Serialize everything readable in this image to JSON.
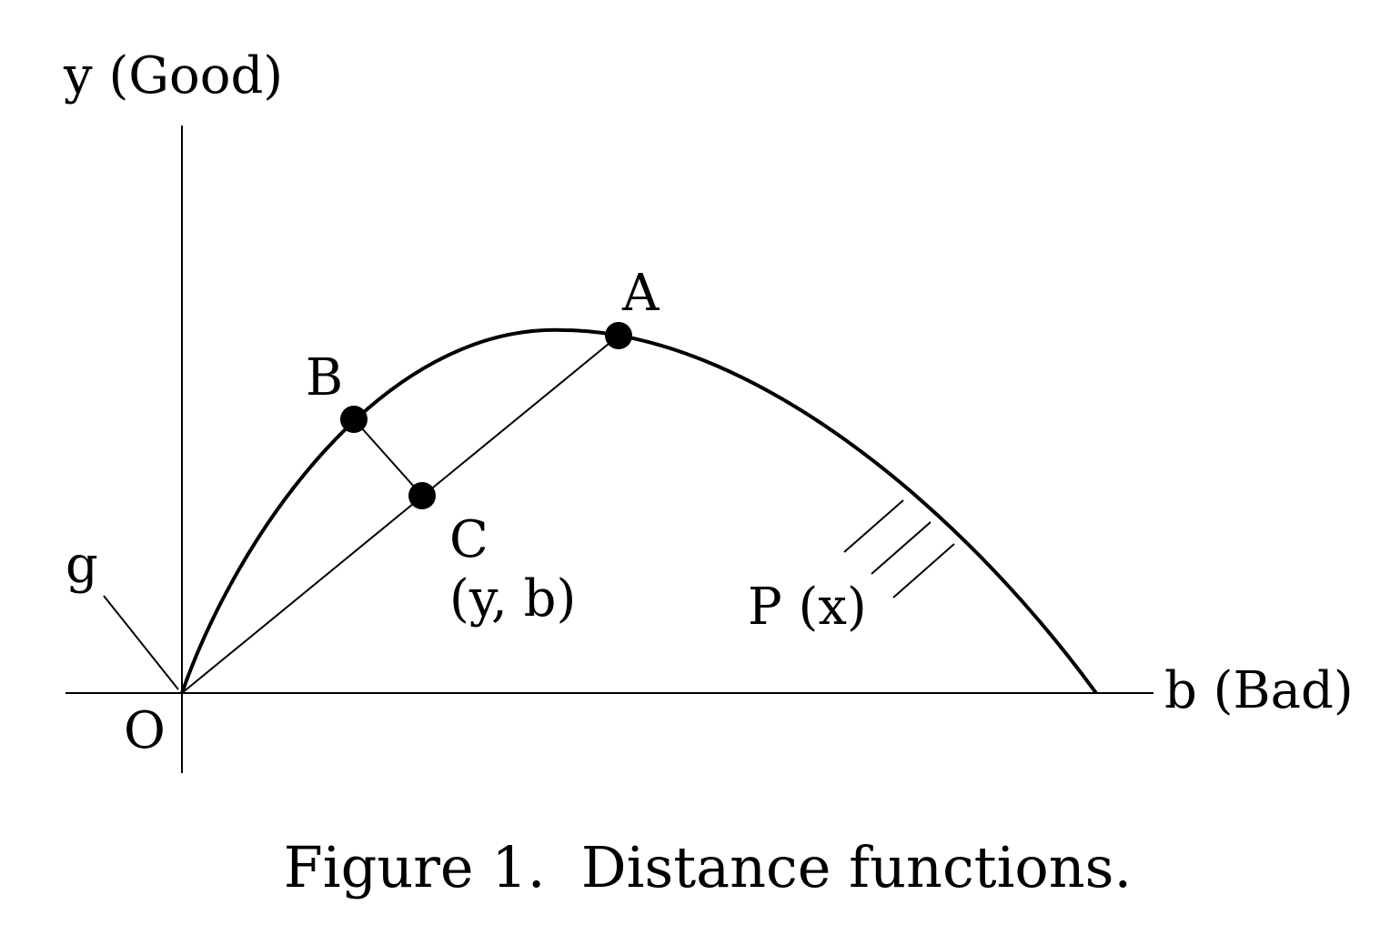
{
  "figure": {
    "caption": "Figure 1.  Distance functions.",
    "axes": {
      "y_label": "y (Good)",
      "x_label": "b (Bad)",
      "origin_label": "O",
      "g_label": "g"
    },
    "points": {
      "A": "A",
      "B": "B",
      "C": "C",
      "C_coords": "(y, b)",
      "P": "P (x)"
    }
  }
}
